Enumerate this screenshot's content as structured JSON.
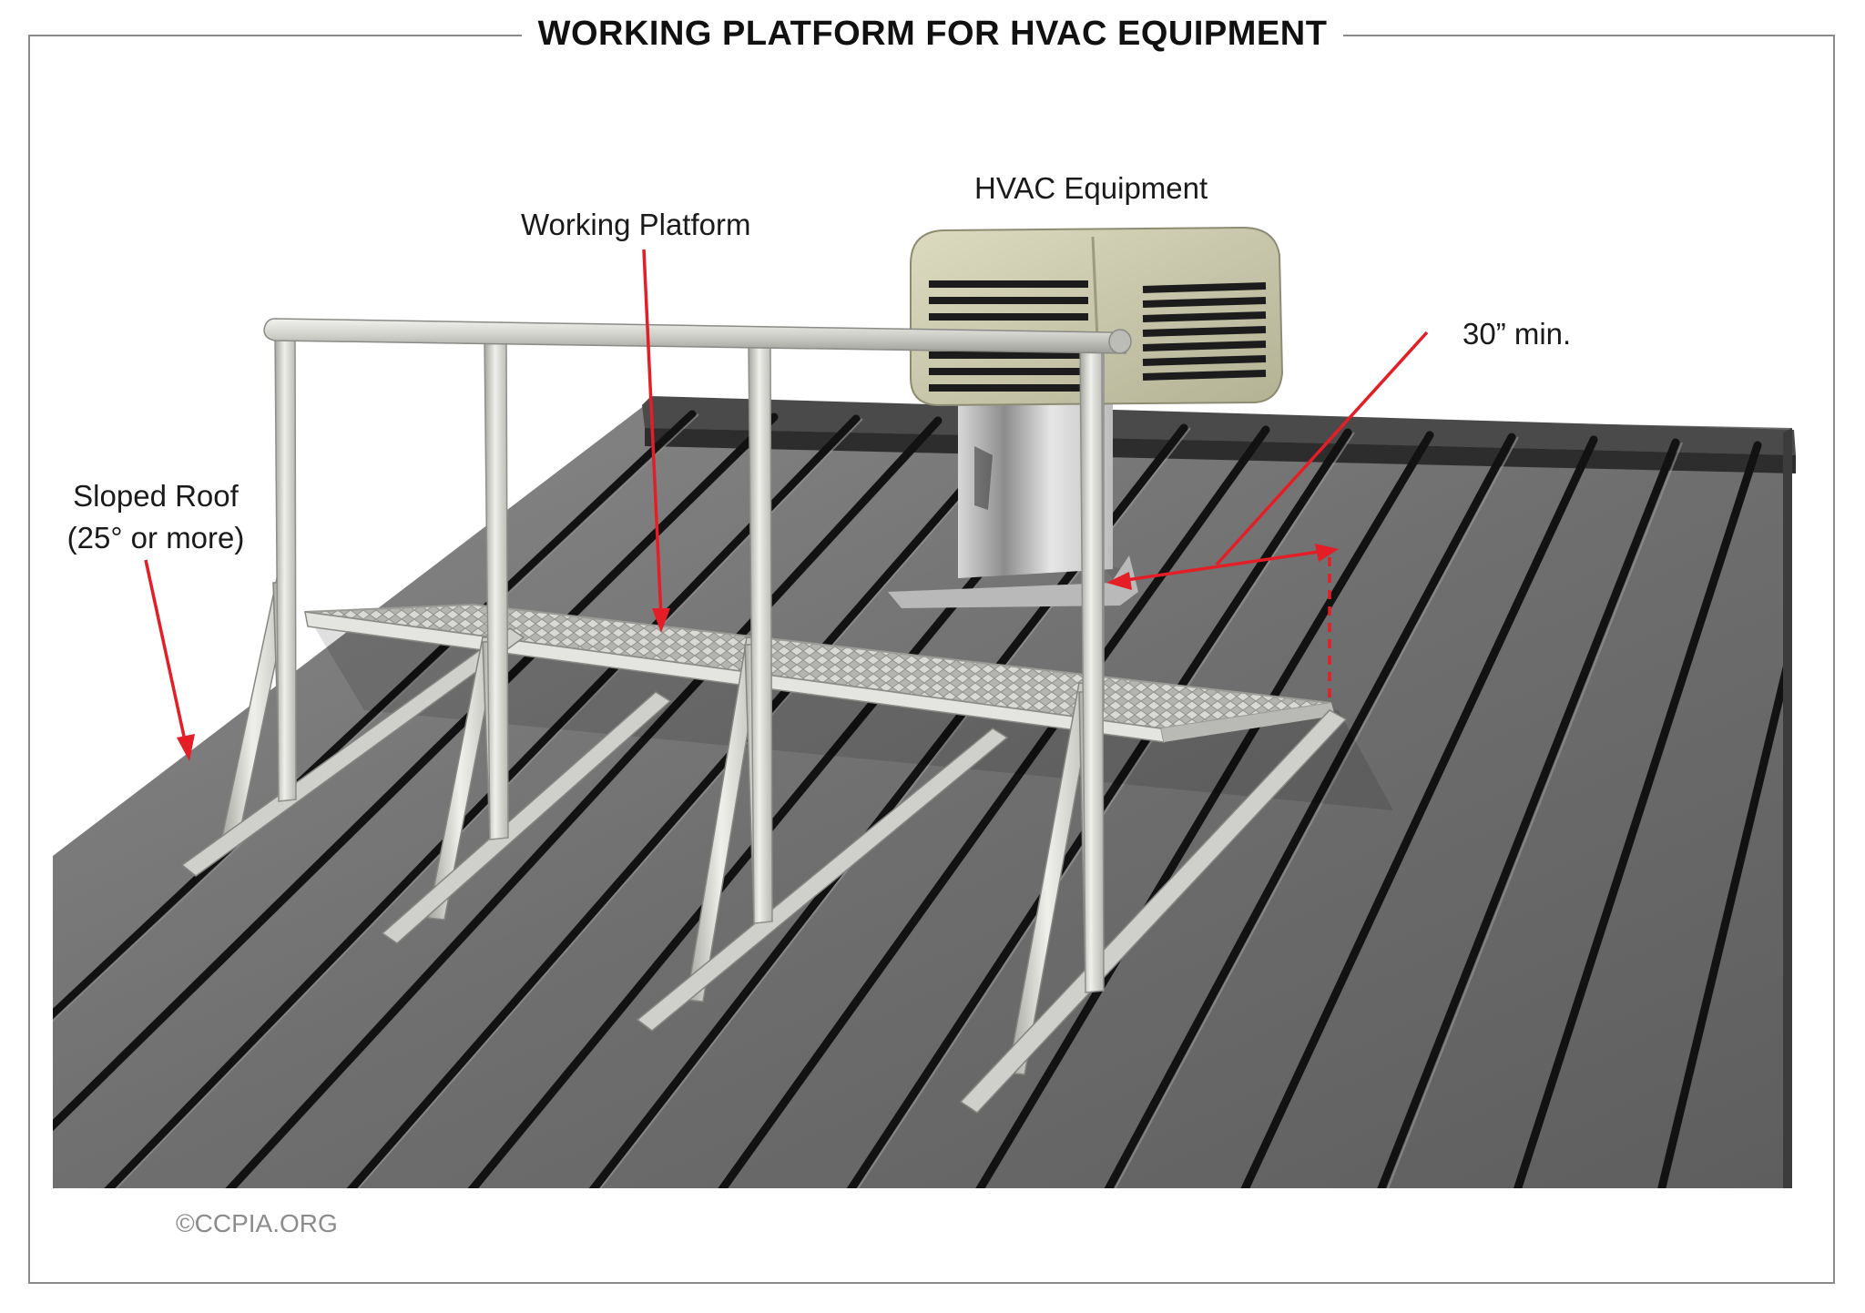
{
  "title": "WORKING PLATFORM FOR HVAC EQUIPMENT",
  "labels": {
    "hvac": "HVAC Equipment",
    "platform": "Working Platform",
    "clearance": "30” min.",
    "roof_line1": "Sloped Roof",
    "roof_line2": "(25° or more)"
  },
  "copyright": "©CCPIA.ORG",
  "colors": {
    "roof": "#6e6e6e",
    "seam": "#151515",
    "rail": "#d6d6d2",
    "hvac_housing": "#c9c8a8",
    "arrow": "#e41e26"
  }
}
